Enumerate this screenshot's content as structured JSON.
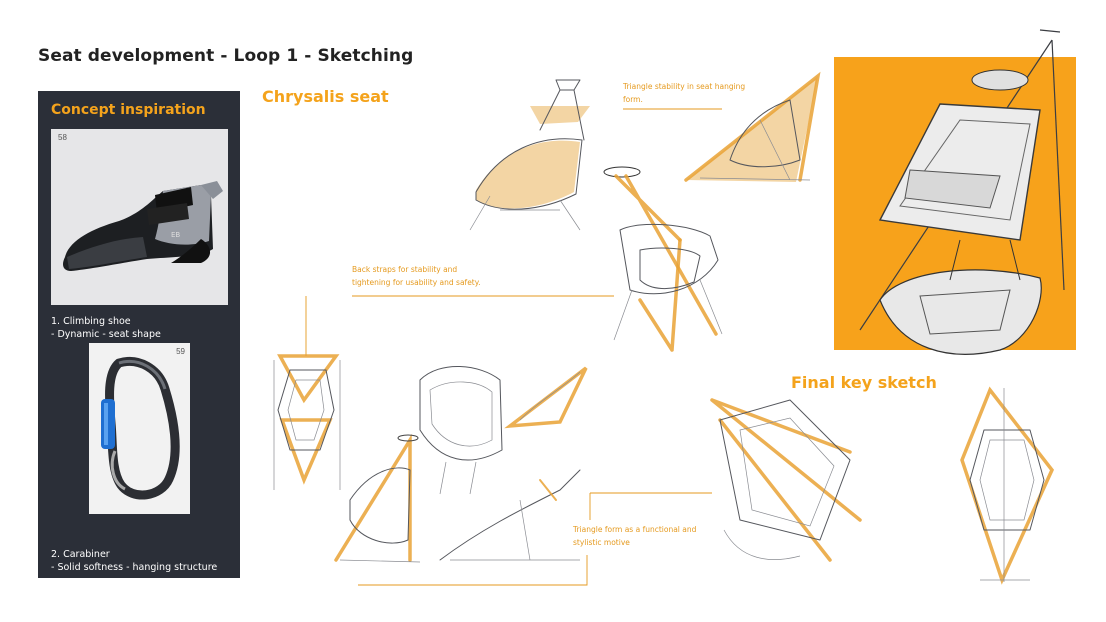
{
  "page": {
    "title": "Seat development - Loop 1 - Sketching"
  },
  "panel": {
    "title": "Concept inspiration",
    "items": [
      {
        "number": "58",
        "caption_line1": "1. Climbing shoe",
        "caption_line2": " - Dynamic - seat shape"
      },
      {
        "number": "59",
        "caption_line1": "2. Carabiner",
        "caption_line2": "- Solid softness - hanging structure"
      }
    ]
  },
  "headings": {
    "chrysalis": "Chrysalis seat",
    "final": "Final key sketch"
  },
  "notes": {
    "triangle_stability": [
      "Triangle stability in seat hanging",
      "form."
    ],
    "back_straps": [
      "Back straps for stability and",
      "tightening for usability and safety."
    ],
    "triangle_form": [
      "Triangle form as a functional and",
      "stylistic motive"
    ]
  },
  "colors": {
    "accent": "#f4a31c",
    "panel_bg": "#2b2f38",
    "sketch_bg": "#f7a21b"
  }
}
